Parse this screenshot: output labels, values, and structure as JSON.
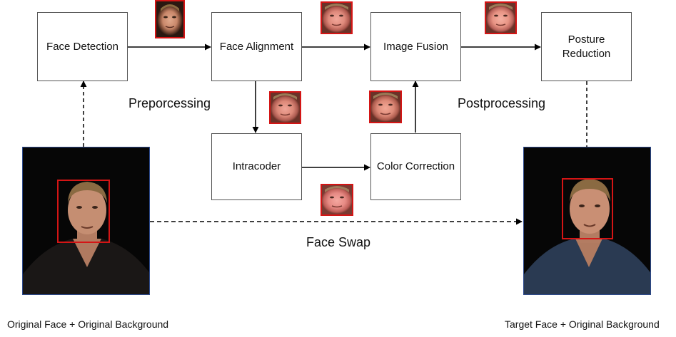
{
  "nodes": {
    "face_detection": "Face Detection",
    "face_alignment": "Face Alignment",
    "image_fusion": "Image Fusion",
    "posture_reduction_line1": "Posture",
    "posture_reduction_line2": "Reduction",
    "intracoder": "Intracoder",
    "color_correction": "Color Correction"
  },
  "stages": {
    "preprocessing": "Preporcessing",
    "postprocessing": "Postprocessing",
    "face_swap": "Face Swap"
  },
  "captions": {
    "source": "Original Face + Original Background",
    "target": "Target Face + Original Background"
  },
  "colors": {
    "face_box": "#d41515",
    "arrow": "#000000",
    "photo_frame": "#2d4a8c"
  }
}
